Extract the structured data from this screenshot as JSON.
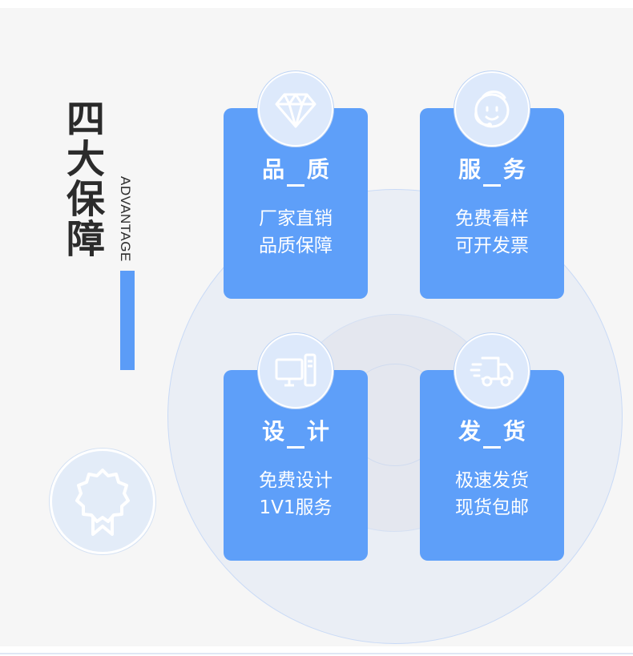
{
  "heading": {
    "title_chars": [
      "四",
      "大",
      "保",
      "障"
    ],
    "subtitle": "ADVANTAGE"
  },
  "colors": {
    "accent": "#5e9ff9",
    "panel_bg": "#f6f6f6",
    "title_text": "#2b2b2b",
    "icon_bg": "#dde9fb"
  },
  "badge": {
    "icon": "award-ribbon-icon"
  },
  "cards": [
    {
      "title": "品 质",
      "icon": "diamond-icon",
      "lines": [
        "厂家直销",
        "品质保障"
      ]
    },
    {
      "title": "服 务",
      "icon": "customer-service-icon",
      "lines": [
        "免费看样",
        "可开发票"
      ]
    },
    {
      "title": "设 计",
      "icon": "computer-icon",
      "lines": [
        "免费设计",
        "1V1服务"
      ]
    },
    {
      "title": "发 货",
      "icon": "delivery-truck-icon",
      "lines": [
        "极速发货",
        "现货包邮"
      ]
    }
  ]
}
